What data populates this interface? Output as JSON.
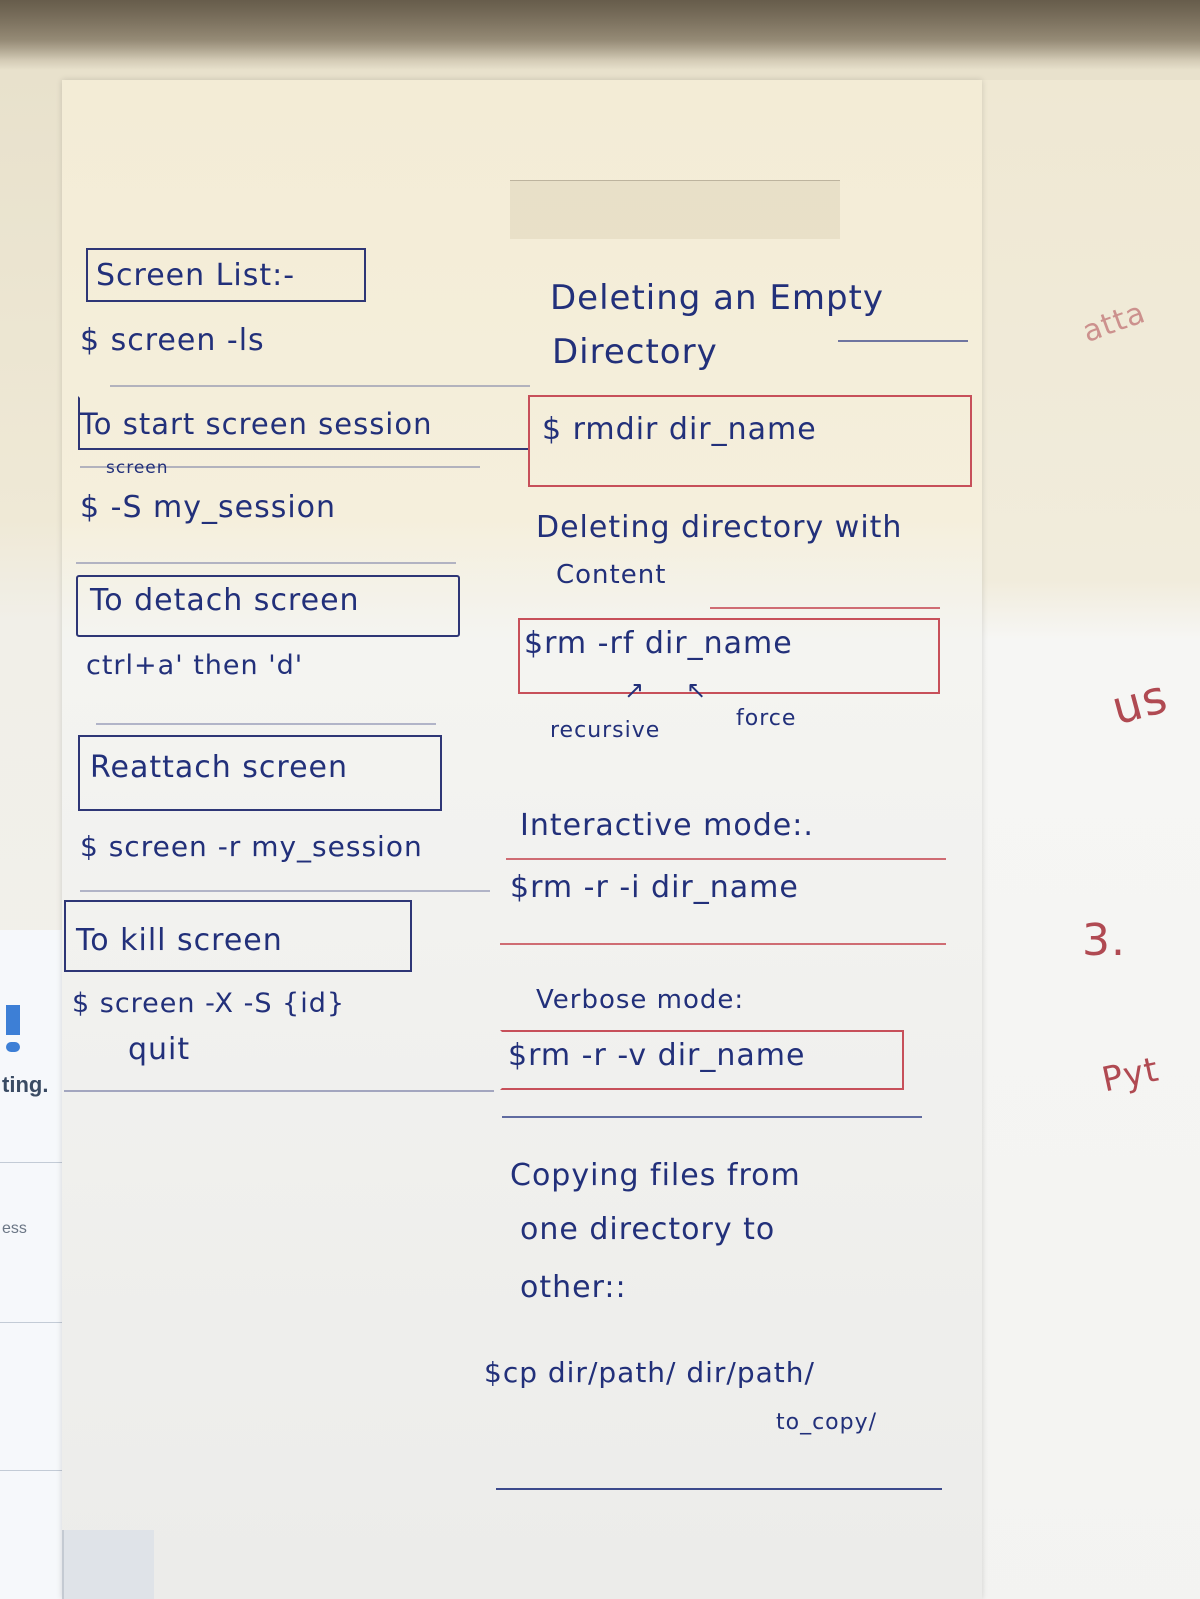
{
  "left": {
    "screen_list_heading": "Screen List:-",
    "screen_list_cmd": "$ screen -ls",
    "start_heading": "To start screen session",
    "start_superscript": "screen",
    "start_cmd": "$ -S my_session",
    "detach_heading": "To detach screen",
    "detach_keys": "ctrl+a' then 'd'",
    "reattach_heading": "Reattach screen",
    "reattach_cmd": "$ screen -r my_session",
    "kill_heading": "To kill screen",
    "kill_cmd": "$ screen -X -S {id}",
    "kill_cmd_2": "quit"
  },
  "right": {
    "empty_dir_heading": "Deleting an Empty",
    "empty_dir_heading_2": "Directory",
    "rmdir_cmd": "$ rmdir dir_name",
    "content_heading": "Deleting directory with",
    "content_heading_2": "Content",
    "rm_rf_cmd": "$rm -rf dir_name",
    "recursive_label": "recursive",
    "force_label": "force",
    "interactive_heading": "Interactive mode:.",
    "interactive_cmd": "$rm -r -i dir_name",
    "verbose_heading": "Verbose mode:",
    "verbose_cmd": "$rm -r -v dir_name",
    "copy_heading": "Copying files from",
    "copy_heading_2": "one directory to",
    "copy_heading_3": "other::",
    "cp_cmd": "$cp dir/path/ dir/path/",
    "cp_cmd_2": "to_copy/"
  },
  "edge": {
    "ting": "ting.",
    "ess": "ess",
    "neighbor_1": "atta",
    "neighbor_2": "us",
    "neighbor_3": "3.",
    "neighbor_4": "Pyt"
  },
  "colors": {
    "ink_blue": "#22307a",
    "ink_red": "#c7505a"
  }
}
